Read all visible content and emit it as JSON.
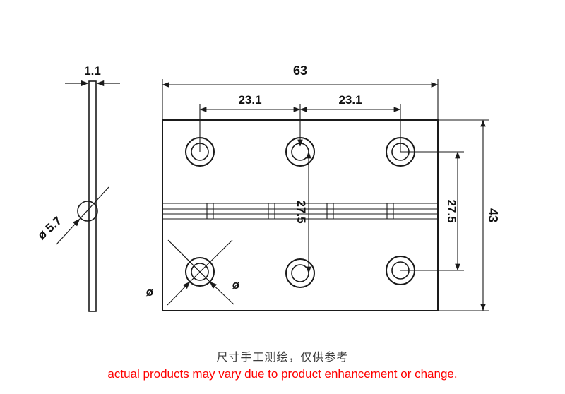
{
  "page": {
    "background": "#ffffff"
  },
  "drawing": {
    "type": "engineering-dimension-drawing",
    "subject": "hinge plate with six screw holes, front view and edge (thickness) view",
    "colors": {
      "line": "#1a1a1a",
      "dim_text": "#111111",
      "note_cn": "#3c3c3c",
      "note_en": "#ff0000"
    },
    "side_view": {
      "thickness_label": "1.1",
      "hole_diameter_label": "ø 5.7"
    },
    "front_view": {
      "width_label": "63",
      "height_label": "43",
      "hole_pitch_horizontal_left": "23.1",
      "hole_pitch_horizontal_right": "23.1",
      "hole_pitch_vertical_center": "27.5",
      "hole_pitch_vertical_right": "27.5",
      "diameter_symbol_lower_left": "ø",
      "diameter_symbol_lower_right": "ø",
      "hole_count": 6
    }
  },
  "footer": {
    "note_cn": "尺寸手工测绘，仅供参考",
    "note_en": "actual products may vary due to product enhancement or change."
  }
}
